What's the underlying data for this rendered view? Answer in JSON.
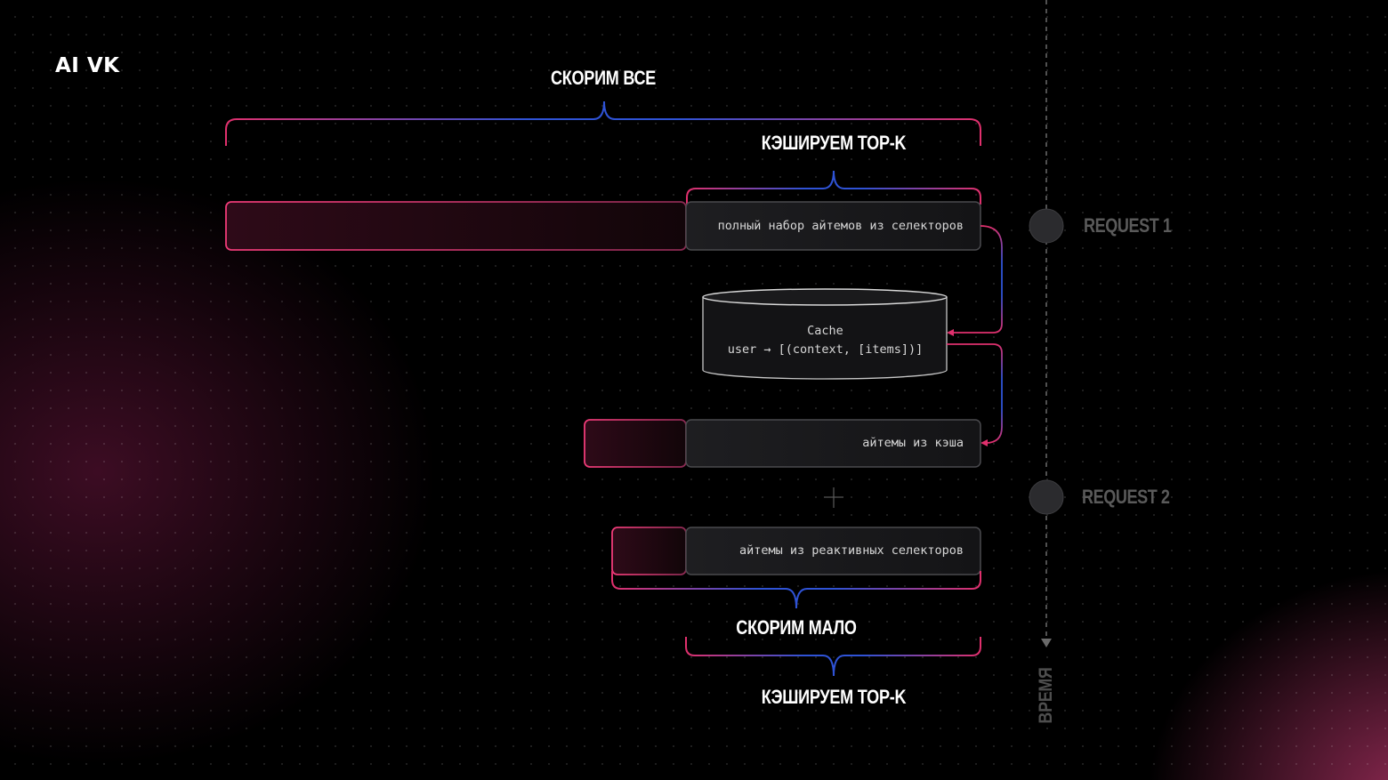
{
  "logo": "AI VK",
  "headings": {
    "score_all": "СКОРИМ ВСЕ",
    "cache_topk_top": "КЭШИРУЕМ TOP-K",
    "score_few": "СКОРИМ МАЛО",
    "cache_topk_bottom": "КЭШИРУЕМ TOP-K"
  },
  "boxes": {
    "full_set": "полный набор айтемов из селекторов",
    "from_cache": "айтемы из кэша",
    "reactive": "айтемы из реактивных селекторов"
  },
  "cache": {
    "title": "Cache",
    "mapping": "user → [(context, [items])]"
  },
  "timeline": {
    "request1": "REQUEST 1",
    "request2": "REQUEST 2",
    "axis_label": "ВРЕМЯ"
  },
  "plus": "+",
  "colors": {
    "accent_pink": "#e0306d",
    "accent_blue": "#2f53d6",
    "box_gray": "#1b1b1e",
    "muted_text": "#5a5a5a"
  }
}
